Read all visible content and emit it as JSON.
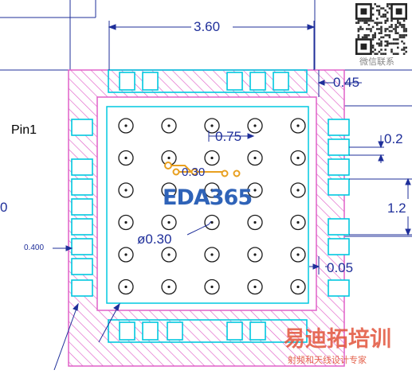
{
  "labels": {
    "dim_width": "3.60",
    "dim_edge": "0.45",
    "dim_pitch": "0.75",
    "dim_pad_width": "0.2",
    "dim_pad_length": "1.2",
    "dim_gap": "0.05",
    "dim_ball_diameter": "ø0.30",
    "dim_pad_offset": "0.400",
    "pin1": "Pin1",
    "edge_fragment": "0",
    "ball_label_partial": "0.30"
  },
  "watermarks": {
    "eda_logo": "EDA365",
    "qr_caption": "微信联系",
    "training_brand": "易迪拓培训",
    "training_slogan": "射频和天线设计专家"
  },
  "colors": {
    "dimension": "#1f2f9a",
    "pad_outline": "#00c8e0",
    "keepout_hatch": "#e060c8",
    "ball": "#1a1a1a",
    "logo_blue": "#2f63b8",
    "logo_trace": "#e8a020",
    "brand_red": "#e2543c"
  },
  "icons": {
    "qr": "qr-code-icon",
    "pcb_trace": "pcb-trace-icon"
  },
  "grid": {
    "rows": 6,
    "cols": 5
  }
}
